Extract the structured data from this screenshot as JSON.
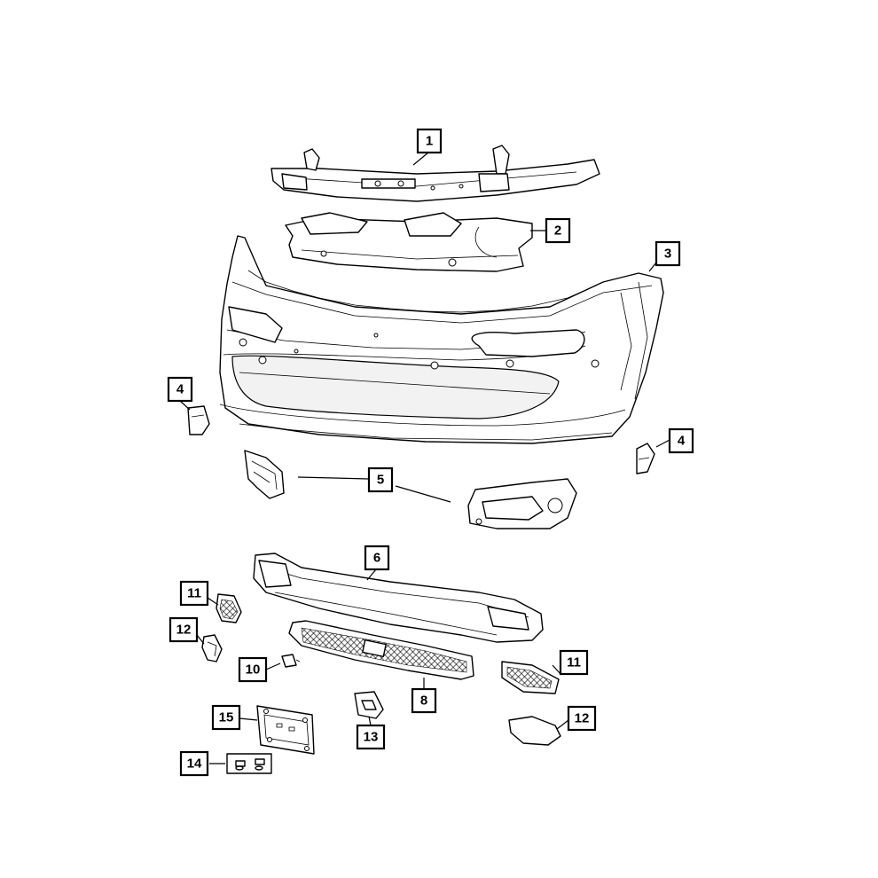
{
  "callouts": [
    {
      "id": "c1",
      "label": "1"
    },
    {
      "id": "c2",
      "label": "2"
    },
    {
      "id": "c3",
      "label": "3"
    },
    {
      "id": "c4a",
      "label": "4"
    },
    {
      "id": "c4b",
      "label": "4"
    },
    {
      "id": "c5",
      "label": "5"
    },
    {
      "id": "c6",
      "label": "6"
    },
    {
      "id": "c8",
      "label": "8"
    },
    {
      "id": "c10",
      "label": "10"
    },
    {
      "id": "c11a",
      "label": "11"
    },
    {
      "id": "c11b",
      "label": "11"
    },
    {
      "id": "c12a",
      "label": "12"
    },
    {
      "id": "c12b",
      "label": "12"
    },
    {
      "id": "c13",
      "label": "13"
    },
    {
      "id": "c14",
      "label": "14"
    },
    {
      "id": "c15",
      "label": "15"
    }
  ]
}
